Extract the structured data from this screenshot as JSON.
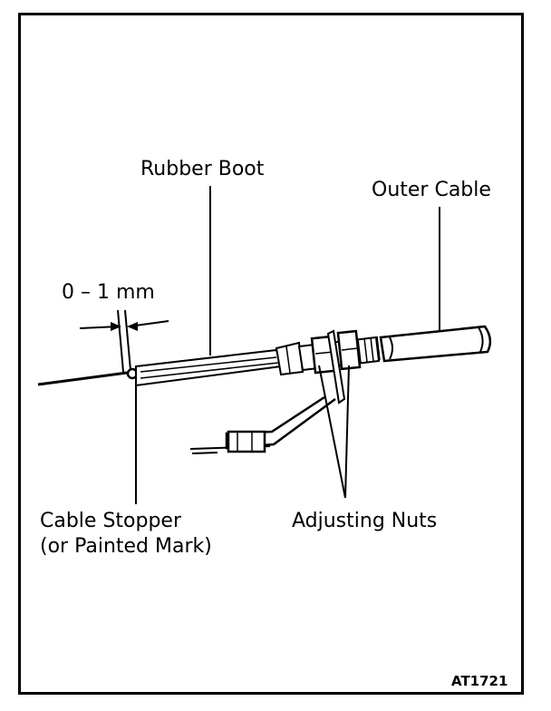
{
  "labels": {
    "rubber_boot": "Rubber Boot",
    "outer_cable": "Outer Cable",
    "gap": "0 – 1 mm",
    "cable_stopper": "Cable Stopper",
    "painted_mark": "(or Painted Mark)",
    "adjusting_nuts": "Adjusting Nuts",
    "figure_code": "AT1721"
  }
}
